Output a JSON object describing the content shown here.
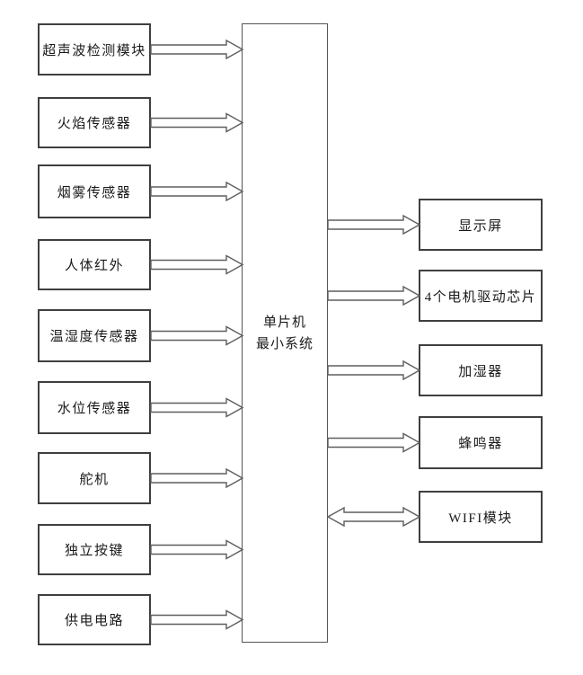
{
  "diagram": {
    "mcu": {
      "line1": "单片机",
      "line2": "最小系统"
    },
    "left_modules": [
      {
        "label": "超声波检测模块"
      },
      {
        "label": "火焰传感器"
      },
      {
        "label": "烟雾传感器"
      },
      {
        "label": "人体红外"
      },
      {
        "label": "温湿度传感器"
      },
      {
        "label": "水位传感器"
      },
      {
        "label": "舵机"
      },
      {
        "label": "独立按键"
      },
      {
        "label": "供电电路"
      }
    ],
    "right_modules": [
      {
        "label": "显示屏",
        "bidirectional": false
      },
      {
        "label": "4个电机驱动芯片",
        "bidirectional": false
      },
      {
        "label": "加湿器",
        "bidirectional": false
      },
      {
        "label": "蜂鸣器",
        "bidirectional": false
      },
      {
        "label": "WIFI模块",
        "bidirectional": true
      }
    ],
    "colors": {
      "background": "#ffffff",
      "box_border": "#3f3f3f",
      "center_border": "#555555",
      "arrow_stroke": "#5e5e5e",
      "text": "#1a1a1a"
    }
  }
}
